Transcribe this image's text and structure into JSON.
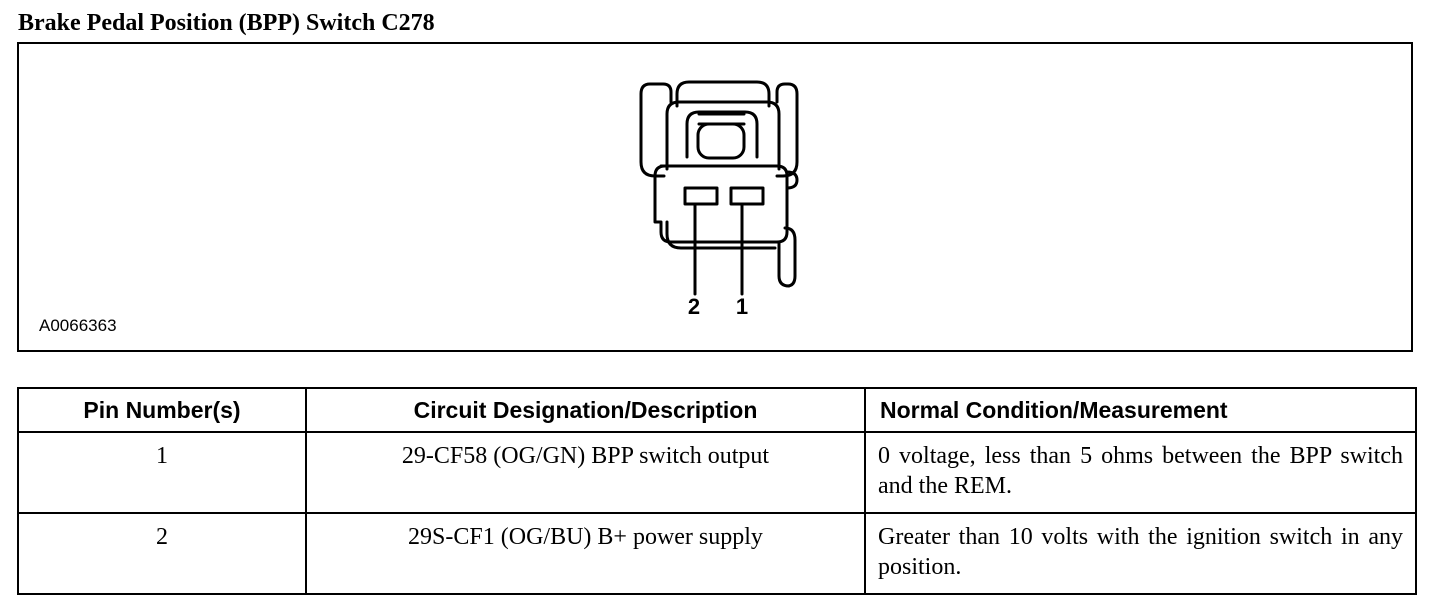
{
  "document": {
    "title": "Brake Pedal Position (BPP) Switch C278"
  },
  "figure": {
    "id": "A0066363",
    "pin_labels": [
      "2",
      "1"
    ]
  },
  "table": {
    "headers": [
      "Pin Number(s)",
      "Circuit Designation/Description",
      "Normal Condition/Measurement"
    ],
    "rows": [
      {
        "pin": "1",
        "circuit": "29-CF58 (OG/GN) BPP switch output",
        "condition": "0 voltage, less than 5 ohms between the BPP switch and the REM."
      },
      {
        "pin": "2",
        "circuit": "29S-CF1 (OG/BU) B+ power supply",
        "condition": "Greater than 10 volts with the ignition switch in any position."
      }
    ]
  }
}
